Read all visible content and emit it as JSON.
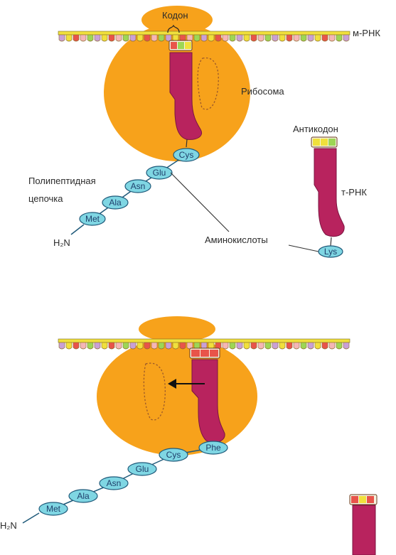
{
  "labels": {
    "codon": "Кодон",
    "mrna": "м-РНК",
    "ribosome": "Рибосома",
    "anticodon": "Антикодон",
    "trna": "т-РНК",
    "polypeptide_line1": "Полипептидная",
    "polypeptide_line2": "цепочка",
    "amino_acids": "Аминокислоты",
    "n_terminus": "H₂N"
  },
  "top_panel": {
    "chain": [
      "Cys",
      "Glu",
      "Asn",
      "Ala",
      "Met"
    ],
    "free_trna_amino_acid": "Lys"
  },
  "bottom_panel": {
    "chain": [
      "Phe",
      "Cys",
      "Glu",
      "Asn",
      "Ala",
      "Met"
    ]
  },
  "colors": {
    "ribosome": "#F7A21B",
    "trna": "#B8235E",
    "amino_acid": "#7FD6E3",
    "mrna_base_colors": [
      "#F0E03C",
      "#9DD655",
      "#E8544A",
      "#C9A0D6",
      "#F5B6B6"
    ]
  }
}
